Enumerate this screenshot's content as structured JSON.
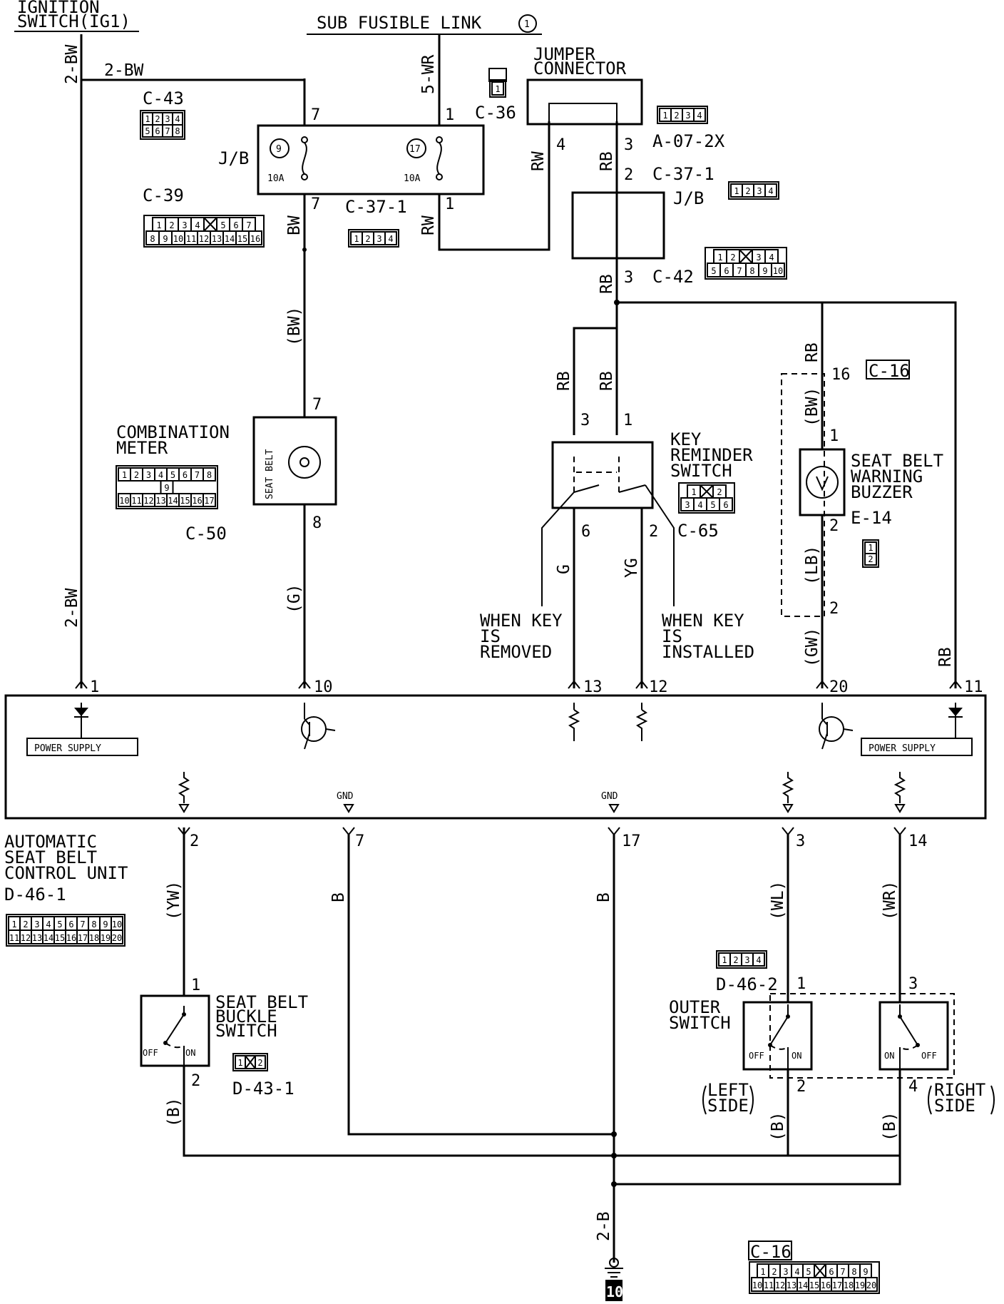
{
  "labels": {
    "ignition_switch": [
      "IGNITION",
      "SWITCH(IG1)"
    ],
    "sub_fusible_link": "SUB FUSIBLE LINK",
    "sub_fusible_link_num": "1",
    "jumper_connector": [
      "JUMPER",
      "CONNECTOR"
    ],
    "combination_meter": [
      "COMBINATION",
      "METER"
    ],
    "key_reminder_switch": [
      "KEY",
      "REMINDER",
      "SWITCH"
    ],
    "seat_belt_warning_buzzer": [
      "SEAT BELT",
      "WARNING",
      "BUZZER"
    ],
    "when_key_removed": [
      "WHEN KEY",
      "IS",
      "REMOVED"
    ],
    "when_key_installed": [
      "WHEN KEY",
      "IS",
      "INSTALLED"
    ],
    "control_unit": [
      "AUTOMATIC",
      "SEAT BELT",
      "CONTROL UNIT"
    ],
    "seat_belt_buckle_switch": [
      "SEAT BELT",
      "BUCKLE",
      "SWITCH"
    ],
    "outer_switch": [
      "OUTER",
      "SWITCH"
    ],
    "left_side": [
      "LEFT",
      "SIDE"
    ],
    "right_side": [
      "RIGHT",
      "SIDE"
    ],
    "power_supply": "POWER SUPPLY",
    "gnd": "GND",
    "seat_belt_lamp": "SEAT BELT",
    "jb": "J/B",
    "fuse_rating": "10A",
    "fuse_9": "9",
    "fuse_17": "17",
    "off": "OFF",
    "on": "ON",
    "ground_num": "10"
  },
  "connectors": {
    "c43": "C-43",
    "c36": "C-36",
    "a072x": "A-07-2X",
    "c371": "C-37-1",
    "c39": "C-39",
    "c42": "C-42",
    "c16": "C-16",
    "c50": "C-50",
    "c65": "C-65",
    "e14": "E-14",
    "d461": "D-46-1",
    "d462": "D-46-2",
    "d431": "D-43-1"
  },
  "wires": {
    "bw2": "2-BW",
    "wr5": "5-WR",
    "rw": "RW",
    "rb": "RB",
    "bw": "BW",
    "bw_p": "(BW)",
    "g_p": "(G)",
    "g": "G",
    "yg": "YG",
    "lb_p": "(LB)",
    "gw_p": "(GW)",
    "yw_p": "(YW)",
    "wl_p": "(WL)",
    "wr_p": "(WR)",
    "b": "B",
    "b_p": "(B)",
    "b2": "2-B"
  },
  "pins": {
    "p1": "1",
    "p2": "2",
    "p3": "3",
    "p4": "4",
    "p6": "6",
    "p7": "7",
    "p8": "8",
    "p10": "10",
    "p11": "11",
    "p12": "12",
    "p13": "13",
    "p14": "14",
    "p16": "16",
    "p17": "17",
    "p20": "20"
  },
  "pinouts": {
    "c43": [
      [
        "1",
        "2",
        "3",
        "4"
      ],
      [
        "5",
        "6",
        "7",
        "8"
      ]
    ],
    "c39": [
      [
        "1",
        "2",
        "3",
        "4",
        "",
        "5",
        "6",
        "7"
      ],
      [
        "8",
        "9",
        "10",
        "11",
        "12",
        "13",
        "14",
        "15",
        "16"
      ]
    ],
    "c4": [
      [
        "1",
        "2",
        "3",
        "4"
      ]
    ],
    "c42": [
      [
        "1",
        "2",
        "",
        "3",
        "4"
      ],
      [
        "5",
        "6",
        "7",
        "8",
        "9",
        "10"
      ]
    ],
    "c50": [
      [
        "1",
        "2",
        "3",
        "4",
        "5",
        "6",
        "7",
        "8"
      ],
      [
        "9"
      ],
      [
        "10",
        "11",
        "12",
        "13",
        "14",
        "15",
        "16",
        "17"
      ]
    ],
    "c65": [
      [
        "1",
        "",
        "2"
      ],
      [
        "3",
        "4",
        "5",
        "6"
      ]
    ],
    "e14": [
      [
        "1"
      ],
      [
        "2"
      ]
    ],
    "c36": [
      [
        "1"
      ]
    ],
    "d461": [
      [
        "1",
        "2",
        "3",
        "4",
        "5",
        "6",
        "7",
        "8",
        "9",
        "10"
      ],
      [
        "11",
        "12",
        "13",
        "14",
        "15",
        "16",
        "17",
        "18",
        "19",
        "20"
      ]
    ],
    "d431": [
      [
        "1",
        "",
        "2"
      ]
    ],
    "c16": [
      [
        "1",
        "2",
        "3",
        "4",
        "5",
        "",
        "6",
        "7",
        "8",
        "9"
      ],
      [
        "10",
        "11",
        "12",
        "13",
        "14",
        "15",
        "16",
        "17",
        "18",
        "19",
        "20"
      ]
    ]
  }
}
